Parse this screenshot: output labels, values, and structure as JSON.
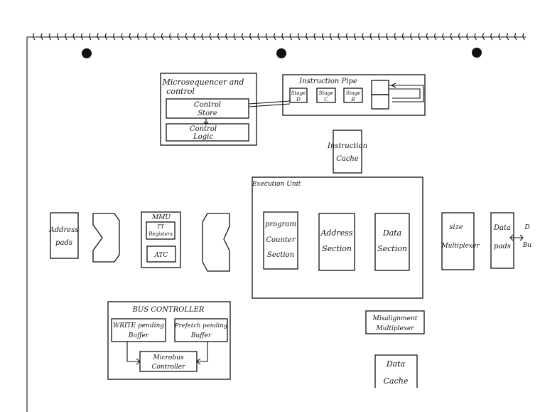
{
  "micro": {
    "title_line1": "Microsequencer and",
    "title_line2": "control",
    "store_line1": "Control",
    "store_line2": "Store",
    "logic_line1": "Control",
    "logic_line2": "Logic"
  },
  "pipe": {
    "title": "Instruction Pipe",
    "stage_d": [
      "Stage",
      "D"
    ],
    "stage_c": [
      "Stage",
      "C"
    ],
    "stage_b": [
      "Stage",
      "B"
    ]
  },
  "icache": {
    "line1": "Instruction",
    "line2": "Cache"
  },
  "exec": {
    "title": "Execution Unit",
    "pc": [
      "program",
      "Counter",
      "Section"
    ],
    "addr": [
      "Address",
      "Section"
    ],
    "data": [
      "Data",
      "Section"
    ]
  },
  "address_pads": {
    "line1": "Address",
    "line2": "pads"
  },
  "mmu": {
    "title": "MMU",
    "tt_line1": "TT",
    "tt_line2": "Registers",
    "atc": "ATC"
  },
  "size_mux": {
    "line1": "size",
    "line2": "Multiplexer"
  },
  "data_pads": {
    "line1": "Data",
    "line2": "pads"
  },
  "bus_edge": {
    "top": "D",
    "bottom": "Bu"
  },
  "bus": {
    "title": "BUS CONTROLLER",
    "write": [
      "WRITE pending",
      "Buffer"
    ],
    "prefetch": [
      "Prefetch pending",
      "Buffer"
    ],
    "micro": [
      "Microbus",
      "Controller"
    ]
  },
  "misalign": {
    "line1": "Misalignment",
    "line2": "Multiplexer"
  },
  "dcache": {
    "line1": "Data",
    "line2": "Cache"
  }
}
